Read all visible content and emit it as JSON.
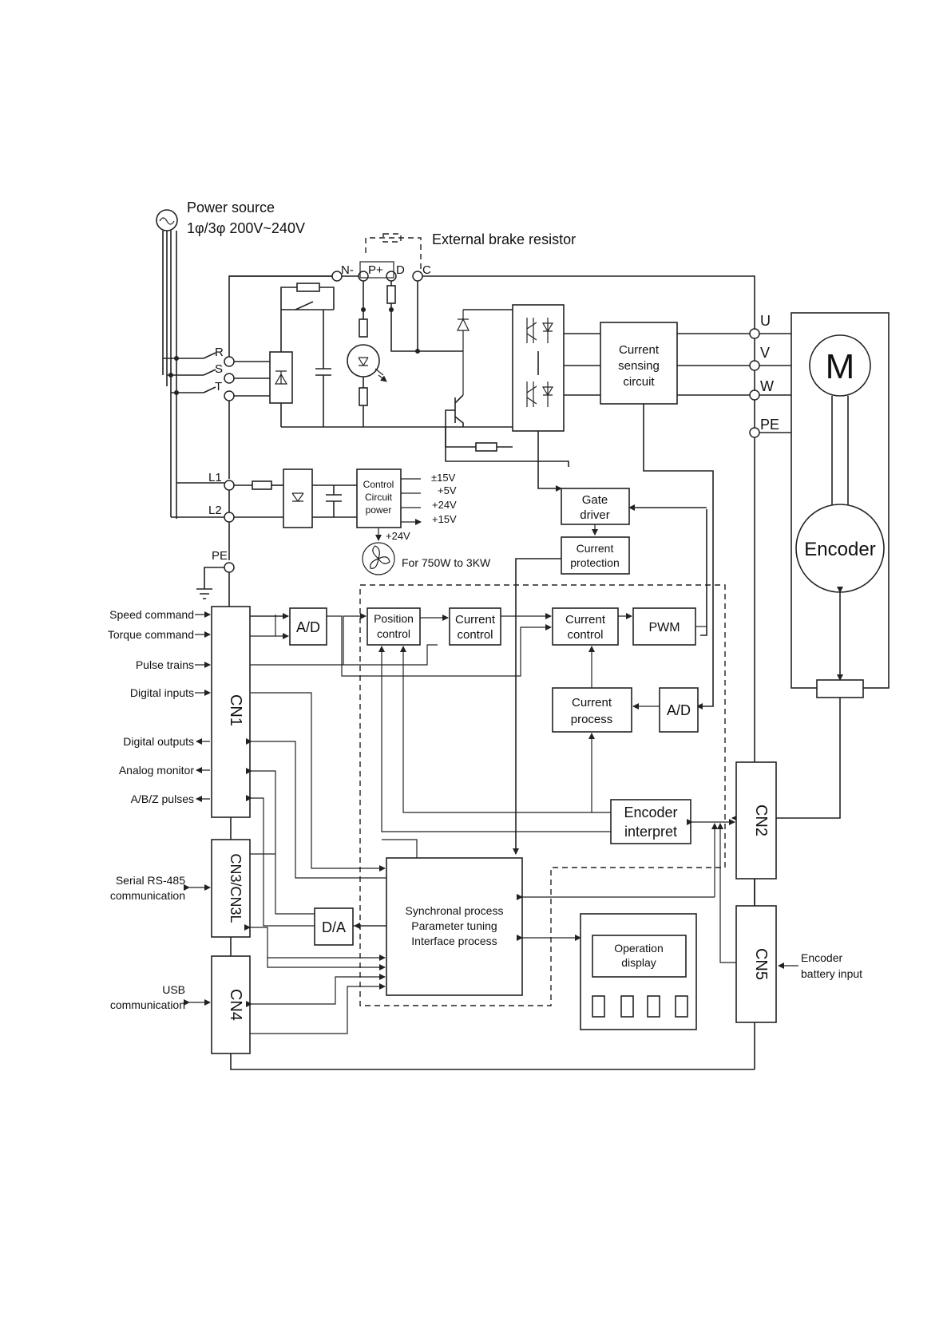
{
  "power": {
    "title": "Power source",
    "spec": "1φ/3φ  200V~240V"
  },
  "brake": {
    "label": "External brake resistor"
  },
  "dc_terminals": {
    "n": "N-",
    "p": "P+",
    "d": "D",
    "c": "C"
  },
  "ac_inputs": {
    "r": "R",
    "s": "S",
    "t": "T",
    "l1": "L1",
    "l2": "L2",
    "pe": "PE"
  },
  "motor_terminals": {
    "u": "U",
    "v": "V",
    "w": "W",
    "pe": "PE"
  },
  "motor": {
    "label": "M",
    "encoder": "Encoder"
  },
  "blocks": {
    "current_sensing": [
      "Current",
      "sensing",
      "circuit"
    ],
    "control_power": [
      "Control",
      "Circuit",
      "power"
    ],
    "gate_driver": [
      "Gate",
      "driver"
    ],
    "current_protection": [
      "Current",
      "protection"
    ],
    "ad_1": "A/D",
    "position_control": [
      "Position",
      "control"
    ],
    "current_control_1": [
      "Current",
      "control"
    ],
    "current_control_2": [
      "Current",
      "control"
    ],
    "pwm": "PWM",
    "current_process": [
      "Current",
      "process"
    ],
    "ad_2": "A/D",
    "encoder_interpret": [
      "Encoder",
      "interpret"
    ],
    "synchronal": [
      "Synchronal process",
      "Parameter tuning",
      "Interface process"
    ],
    "da": "D/A",
    "operation_display": [
      "Operation",
      "display"
    ]
  },
  "voltages": [
    "±15V",
    "+5V",
    "+24V",
    "+15V"
  ],
  "fan": {
    "voltage": "+24V",
    "label": "For 750W to 3KW"
  },
  "connectors": {
    "cn1": "CN1",
    "cn2": "CN2",
    "cn3": "CN3/CN3L",
    "cn4": "CN4",
    "cn5": "CN5"
  },
  "cn1_signals": [
    "Speed command",
    "Torque command",
    "Pulse trains",
    "Digital inputs",
    "Digital outputs",
    "Analog monitor",
    "A/B/Z pulses"
  ],
  "cn3_label": [
    "Serial RS-485",
    "communication"
  ],
  "cn4_label": [
    "USB",
    "communication"
  ],
  "cn5_label": [
    "Encoder",
    "battery input"
  ]
}
